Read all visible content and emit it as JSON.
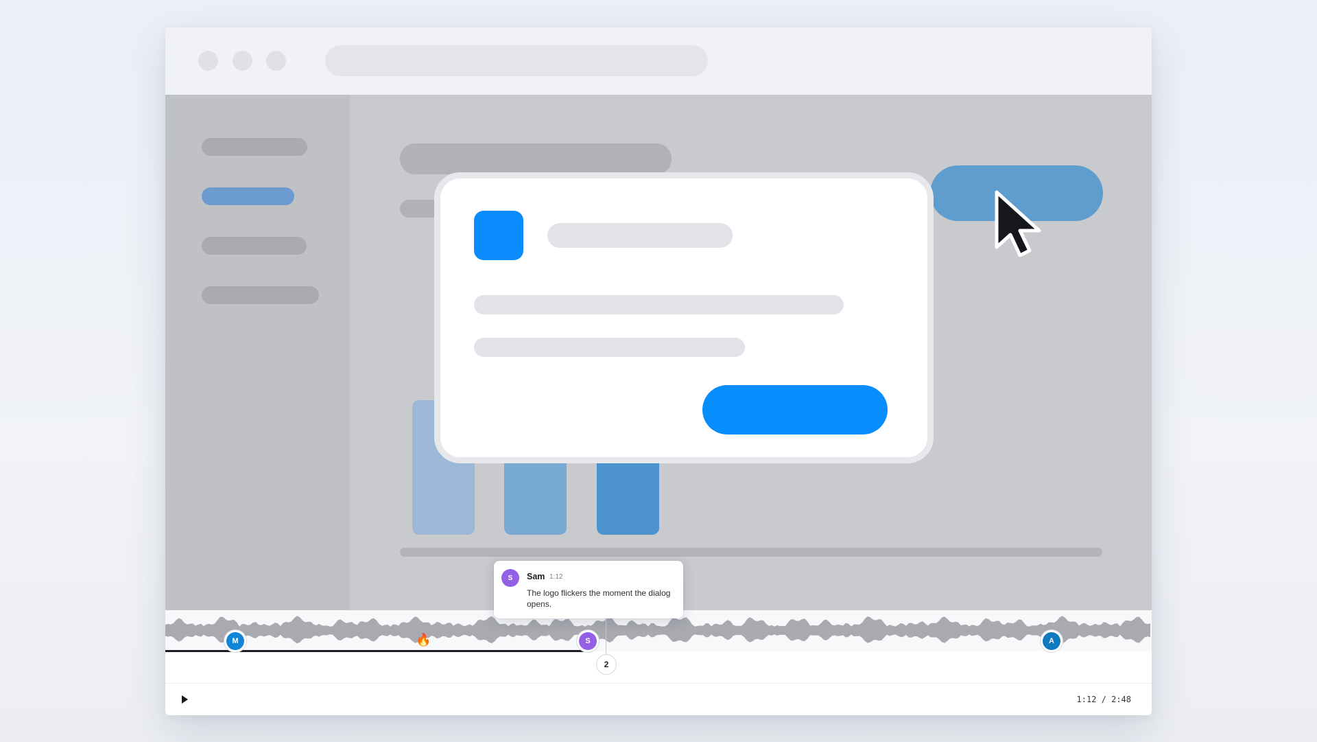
{
  "colors": {
    "accent": "#088dfd",
    "bar_light": "#9cb8d6",
    "bar_mid": "#78a9d3",
    "bar_dark": "#4c92cf",
    "cta": "#609dcf",
    "avatar_m": "#1185d8",
    "avatar_s": "#9461e6",
    "avatar_a": "#1179bd"
  },
  "icons": {
    "cursor": "mouse-pointer-icon",
    "play": "play-icon",
    "fire": "fire-icon"
  },
  "timeline": {
    "progress": 0.4286,
    "markers": [
      {
        "initial": "M",
        "name": "marker-m"
      },
      {
        "emoji": "🔥",
        "name": "marker-fire"
      },
      {
        "initial": "S",
        "name": "marker-s"
      },
      {
        "initial": "A",
        "name": "marker-a"
      }
    ],
    "comment_count": "2"
  },
  "comment": {
    "avatar_initial": "S",
    "author": "Sam",
    "time": "1:12",
    "text": "The logo flickers the moment the dialog opens."
  },
  "controls": {
    "time_display": "1:12 / 2:48"
  }
}
